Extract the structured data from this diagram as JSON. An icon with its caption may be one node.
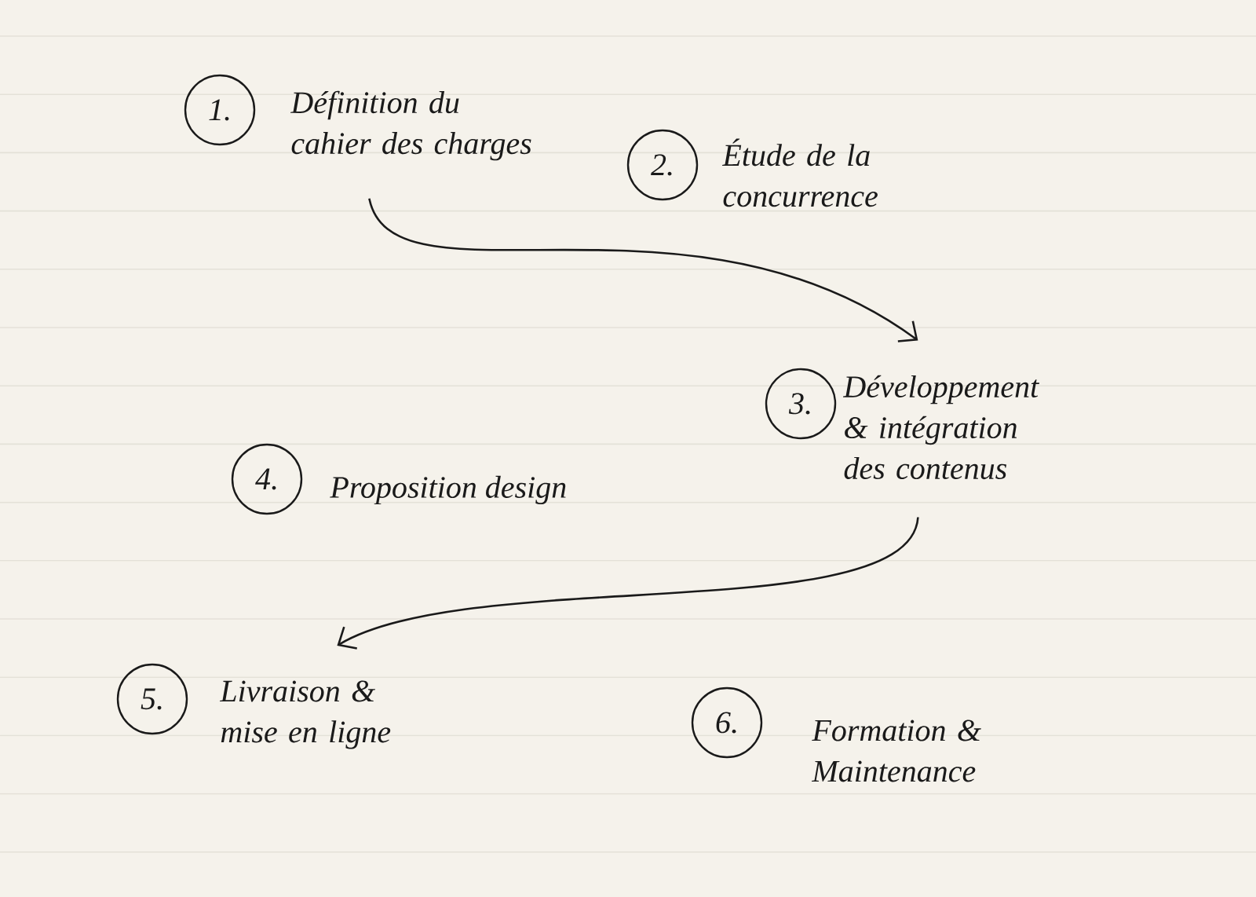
{
  "diagram": {
    "nodes": [
      {
        "text": [
          "1.",
          "Définition du cahier des charges"
        ]
      },
      {
        "text": [
          "2.",
          "Étude de la concurrence"
        ]
      },
      {
        "text": [
          "3.",
          "Développement & intégration des contenus"
        ]
      },
      {
        "text": [
          "4.",
          "Proposition design"
        ]
      },
      {
        "text": [
          "5.",
          "Livraison & mise en ligne"
        ]
      },
      {
        "text": [
          "6.",
          "Formation & Maintenance"
        ]
      }
    ],
    "edges": [
      {
        "from": 0,
        "to": 2,
        "arrow": "to"
      },
      {
        "from": 2,
        "to": 4,
        "arrow": "to"
      }
    ]
  }
}
